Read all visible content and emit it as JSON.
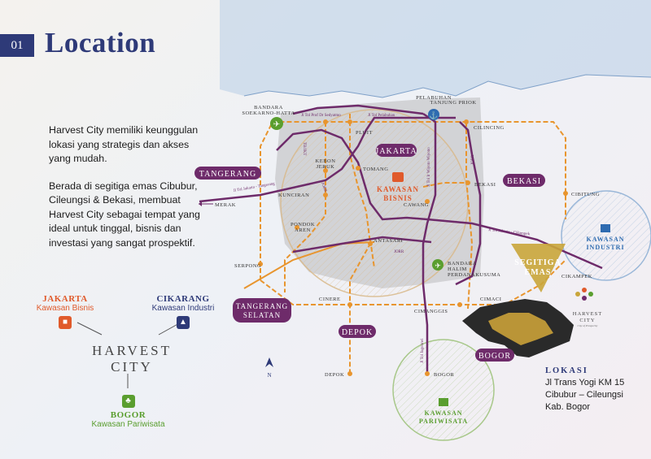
{
  "header": {
    "page_number": "01",
    "title": "Location"
  },
  "intro": {
    "paragraph1": "Harvest City memiliki keunggulan lokasi yang strategis dan akses  yang mudah.",
    "paragraph2": "Berada di segitiga emas Cibubur, Cileungsi & Bekasi, membuat Harvest City sebagai tempat yang ideal untuk tinggal, bisnis dan investasi yang sangat prospektif."
  },
  "legend": {
    "jakarta": {
      "title": "JAKARTA",
      "sub": "Kawasan Bisnis"
    },
    "cikarang": {
      "title": "CIKARANG",
      "sub": "Kawasan Industri"
    },
    "bogor": {
      "title": "BOGOR",
      "sub": "Kawasan Pariwisata"
    },
    "logo_line1": "HARVEST",
    "logo_line2": "CITY"
  },
  "lokasi": {
    "heading": "LOKASI",
    "line1": "Jl Trans Yogi KM  15",
    "line2": "Cibubur – Cileungsi",
    "line3": "Kab. Bogor"
  },
  "map": {
    "region_labels": {
      "tangerang": "TANGERANG",
      "jakarta": "JAKARTA",
      "bekasi": "BEKASI",
      "tangerang_selatan": "TANGERANG SELATAN",
      "depok": "DEPOK",
      "bogor": "BOGOR"
    },
    "zones": {
      "bisnis_1": "KAWASAN",
      "bisnis_2": "BISNIS",
      "industri_1": "KAWASAN",
      "industri_2": "INDUSTRI",
      "pariwisata_1": "KAWASAN",
      "pariwisata_2": "PARIWISATA",
      "segitiga_1": "SEGITIGA",
      "segitiga_2": "EMAS"
    },
    "places": {
      "bandara_soetta_1": "BANDARA",
      "bandara_soetta_2": "SOEKARNO-HATTA",
      "pelabuhan_1": "PELABUHAN",
      "pelabuhan_2": "TANJUNG PRIOK",
      "pluit": "PLUIT",
      "cilincing": "CILINCING",
      "kebon_jeruk_1": "KEBON",
      "kebon_jeruk_2": "JERUK",
      "tomang": "TOMANG",
      "kunciran": "KUNCIRAN",
      "merak": "MERAK",
      "bekasi": "BEKASI",
      "cibitung": "CIBITUNG",
      "pondok_aren_1": "PONDOK",
      "pondok_aren_2": "AREN",
      "cawang": "CAWANG",
      "antasari": "ANTASARI",
      "serpong": "SERPONG",
      "bandara_halim_1": "BANDARA",
      "bandara_halim_2": "HALIM",
      "bandara_halim_3": "PERDANAKUSUMA",
      "cinere": "CINERE",
      "cimanggis": "CIMANGGIS",
      "cimaci": "CIMACI",
      "cikampek": "CIKAMPEK",
      "depok": "DEPOK",
      "bogor": "BOGOR",
      "north": "N",
      "hc_map_1": "HARVEST",
      "hc_map_2": "CITY",
      "hc_map_tag": "City of Prosperity"
    },
    "roads": {
      "tol_sedyatmo": "Jl Tol Prof Dr Sedyatmo",
      "tol_pelabuhan": "Jl Tol Pelabuhan",
      "tol_tangerang": "Jl Tol Jakarta - Tangerang",
      "tol_jakarta_cikampek": "Jl Tol Jakarta - Cikampek",
      "tol_wiyoto": "Jl Tol Ir Wiyoto Wiyono",
      "jorr": "JORR",
      "tol_jagorawi": "Jl Tol Jagorawi",
      "tb_outer": "TB/JKT"
    }
  },
  "colors": {
    "navy": "#2e3a78",
    "purple": "#6e2b6a",
    "orange": "#e8952e",
    "red": "#e05a2b",
    "green": "#5a9e2f",
    "blue": "#2e6bb0",
    "gold": "#c9a53a"
  }
}
